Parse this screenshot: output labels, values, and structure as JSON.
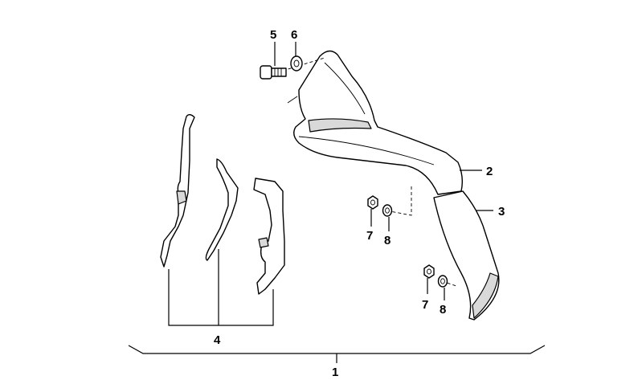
{
  "callouts": {
    "c1": "1",
    "c2": "2",
    "c3": "3",
    "c4": "4",
    "c5": "5",
    "c6": "6",
    "c7a": "7",
    "c8a": "8",
    "c7b": "7",
    "c8b": "8"
  },
  "icons": [
    "screw-icon",
    "washer-icon",
    "nut-icon"
  ]
}
